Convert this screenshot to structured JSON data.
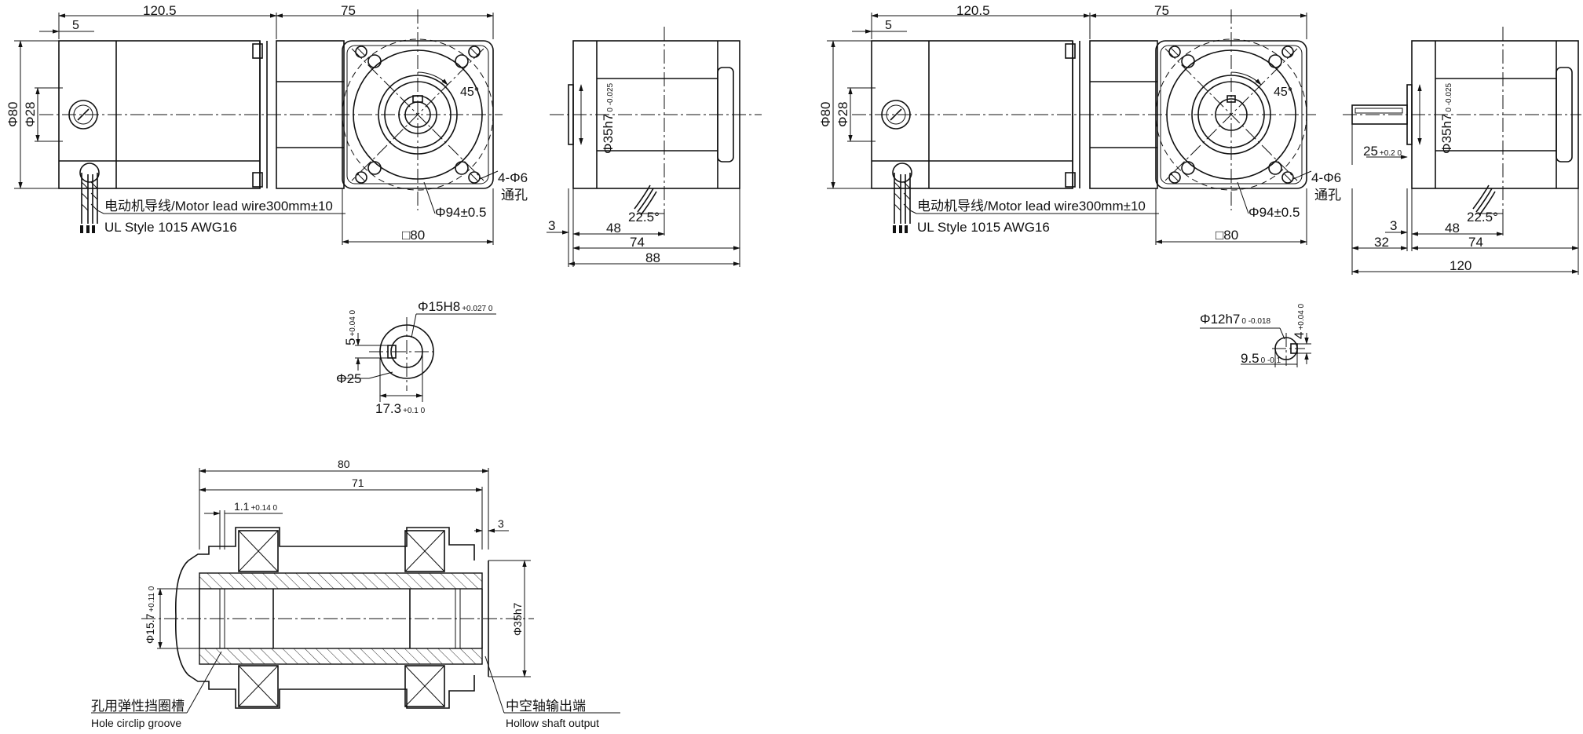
{
  "left_motor": {
    "dim_overall_body": "120.5",
    "dim_gearhead": "75",
    "dim_flange_offset": "5",
    "dim_dia_body": "Φ80",
    "dim_dia_pilot": "Φ28",
    "label_angle": "45°",
    "label_holes": "4-Φ6",
    "label_holes_sub": "通孔",
    "label_bolt_circle": "Φ94±0.5",
    "label_lead_wire": "电动机导线/Motor lead wire300mm±10",
    "label_ul_style": "UL Style 1015 AWG16",
    "label_square": "□80",
    "side_dim_pilot": "Φ35h7",
    "side_dim_pilot_tol": "0 -0.025",
    "side_dim_angle": "22.5°",
    "side_dim_48": "48",
    "side_dim_3": "3",
    "side_dim_74": "74",
    "side_dim_88": "88",
    "bore_dia": "Φ15H8",
    "bore_dia_tol": "+0.027 0",
    "bore_key": "5",
    "bore_key_tol": "+0.04 0",
    "bore_outer": "Φ25",
    "bore_depth": "17.3",
    "bore_depth_tol": "+0.1 0"
  },
  "right_motor": {
    "dim_overall_body": "120.5",
    "dim_gearhead": "75",
    "dim_flange_offset": "5",
    "dim_dia_body": "Φ80",
    "dim_dia_pilot": "Φ28",
    "label_angle": "45°",
    "label_holes": "4-Φ6",
    "label_holes_sub": "通孔",
    "label_bolt_circle": "Φ94±0.5",
    "label_lead_wire": "电动机导线/Motor lead wire300mm±10",
    "label_ul_style": "UL Style 1015 AWG16",
    "label_square": "□80",
    "side_dim_pilot": "Φ35h7",
    "side_dim_pilot_tol": "0 -0.025",
    "side_dim_shaft": "25",
    "side_dim_shaft_tol": "+0.2 0",
    "side_dim_angle": "22.5°",
    "side_dim_48": "48",
    "side_dim_3": "3",
    "side_dim_32": "32",
    "side_dim_74": "74",
    "side_dim_120": "120",
    "shaft_dia": "Φ12h7",
    "shaft_dia_tol": "0 -0.018",
    "shaft_key": "4",
    "shaft_key_tol": "+0.04 0",
    "shaft_flat": "9.5",
    "shaft_flat_tol": "0 -0.1"
  },
  "section": {
    "dim_80": "80",
    "dim_71": "71",
    "dim_groove": "1.1",
    "dim_groove_tol": "+0.14 0",
    "dim_3": "3",
    "dim_bore": "Φ15.7",
    "dim_bore_tol": "+0.11 0",
    "dim_pilot": "Φ35h7",
    "label_circlip_cn": "孔用弹性挡圈槽",
    "label_circlip_en": "Hole circlip groove",
    "label_hollow_cn": "中空轴输出端",
    "label_hollow_en": "Hollow shaft output"
  }
}
